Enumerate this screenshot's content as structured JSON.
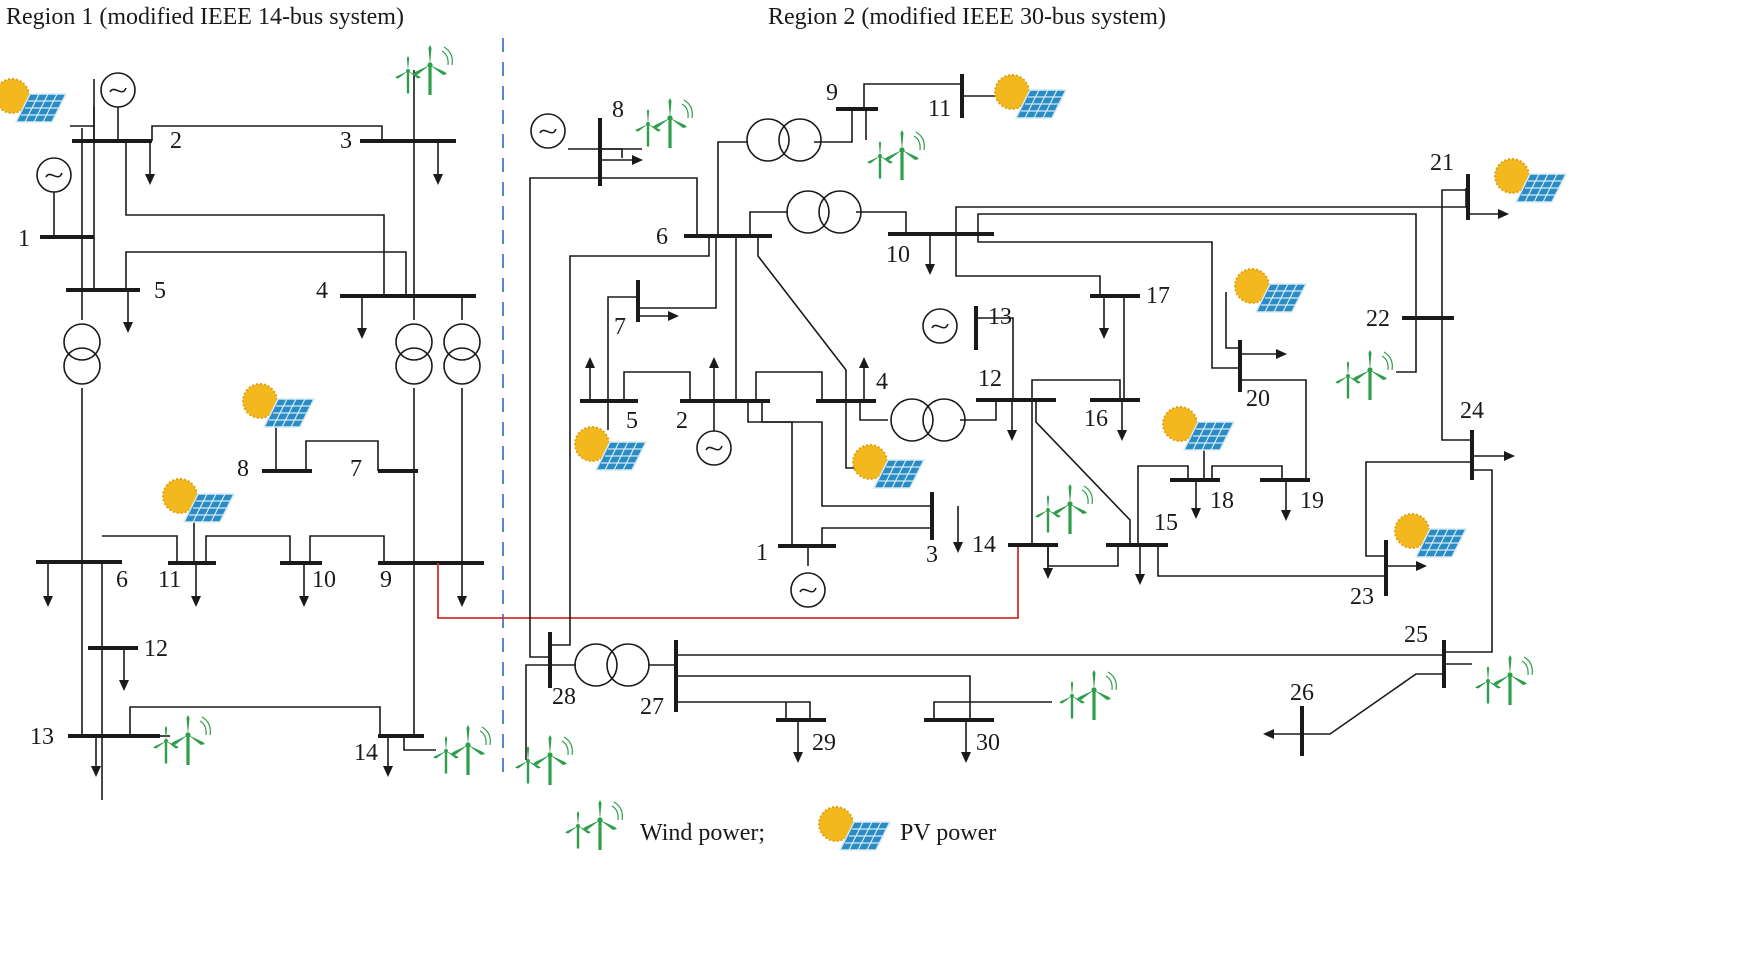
{
  "titles": {
    "region1": "Region 1 (modified IEEE 14-bus system)",
    "region2": "Region 2 (modified IEEE 30-bus system)"
  },
  "legend": {
    "wind": "Wind power;",
    "pv": "PV power"
  },
  "colors": {
    "tie_line": "#d03030",
    "region_divider": "#4a78c0",
    "wind_green": "#2e9e4a",
    "pv_panel": "#2a8cc4",
    "sun": "#f2b81e"
  },
  "region1": {
    "buses": [
      "1",
      "2",
      "3",
      "4",
      "5",
      "6",
      "7",
      "8",
      "9",
      "10",
      "11",
      "12",
      "13",
      "14"
    ],
    "generators": [
      "1",
      "2"
    ],
    "wind_at": [
      "3",
      "13",
      "14"
    ],
    "pv_at": [
      "2",
      "8",
      "11"
    ]
  },
  "region2": {
    "buses": [
      "1",
      "2",
      "3",
      "4",
      "5",
      "6",
      "7",
      "8",
      "9",
      "10",
      "11",
      "12",
      "13",
      "14",
      "15",
      "16",
      "17",
      "18",
      "19",
      "20",
      "21",
      "22",
      "23",
      "24",
      "25",
      "26",
      "27",
      "28",
      "29",
      "30"
    ],
    "generators": [
      "1",
      "2",
      "8",
      "13"
    ],
    "wind_at": [
      "8",
      "9",
      "14",
      "22",
      "25",
      "28",
      "30"
    ],
    "pv_at": [
      "5",
      "4",
      "11",
      "18",
      "20",
      "21",
      "23"
    ]
  },
  "tie_line": {
    "from": "Region 1 bus 9",
    "to": "Region 2 bus 14"
  }
}
